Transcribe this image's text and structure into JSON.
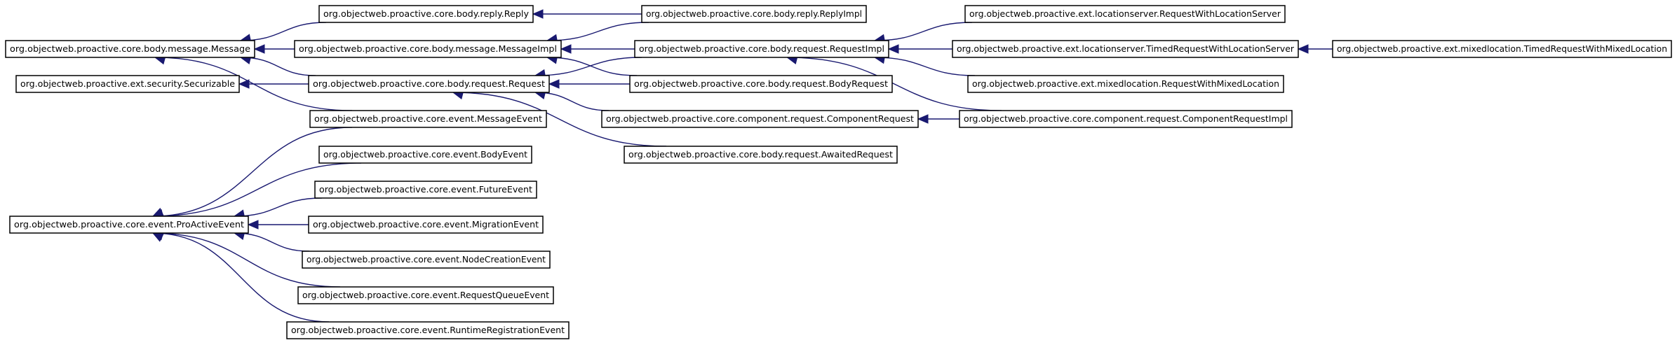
{
  "diagram": {
    "type": "class-inheritance-graph",
    "colors": {
      "edge": "#191970",
      "box_border": "#000000",
      "background": "#ffffff"
    },
    "nodes": [
      {
        "id": "message",
        "label": "org.objectweb.proactive.core.body.message.Message"
      },
      {
        "id": "securizable",
        "label": "org.objectweb.proactive.ext.security.Securizable"
      },
      {
        "id": "proactive_event",
        "label": "org.objectweb.proactive.core.event.ProActiveEvent"
      },
      {
        "id": "reply",
        "label": "org.objectweb.proactive.core.body.reply.Reply"
      },
      {
        "id": "message_impl",
        "label": "org.objectweb.proactive.core.body.message.MessageImpl"
      },
      {
        "id": "request",
        "label": "org.objectweb.proactive.core.body.request.Request"
      },
      {
        "id": "message_event",
        "label": "org.objectweb.proactive.core.event.MessageEvent"
      },
      {
        "id": "body_event",
        "label": "org.objectweb.proactive.core.event.BodyEvent"
      },
      {
        "id": "future_event",
        "label": "org.objectweb.proactive.core.event.FutureEvent"
      },
      {
        "id": "migration_event",
        "label": "org.objectweb.proactive.core.event.MigrationEvent"
      },
      {
        "id": "node_creation_event",
        "label": "org.objectweb.proactive.core.event.NodeCreationEvent"
      },
      {
        "id": "request_queue_event",
        "label": "org.objectweb.proactive.core.event.RequestQueueEvent"
      },
      {
        "id": "runtime_registration_event",
        "label": "org.objectweb.proactive.core.event.RuntimeRegistrationEvent"
      },
      {
        "id": "reply_impl",
        "label": "org.objectweb.proactive.core.body.reply.ReplyImpl"
      },
      {
        "id": "request_impl",
        "label": "org.objectweb.proactive.core.body.request.RequestImpl"
      },
      {
        "id": "body_request",
        "label": "org.objectweb.proactive.core.body.request.BodyRequest"
      },
      {
        "id": "component_request",
        "label": "org.objectweb.proactive.core.component.request.ComponentRequest"
      },
      {
        "id": "awaited_request",
        "label": "org.objectweb.proactive.core.body.request.AwaitedRequest"
      },
      {
        "id": "request_with_location_server",
        "label": "org.objectweb.proactive.ext.locationserver.RequestWithLocationServer"
      },
      {
        "id": "timed_request_with_location_server",
        "label": "org.objectweb.proactive.ext.locationserver.TimedRequestWithLocationServer"
      },
      {
        "id": "request_with_mixed_location",
        "label": "org.objectweb.proactive.ext.mixedlocation.RequestWithMixedLocation"
      },
      {
        "id": "component_request_impl",
        "label": "org.objectweb.proactive.core.component.request.ComponentRequestImpl"
      },
      {
        "id": "timed_request_with_mixed_location",
        "label": "org.objectweb.proactive.ext.mixedlocation.TimedRequestWithMixedLocation"
      }
    ],
    "edges": [
      {
        "from": "reply",
        "to": "message"
      },
      {
        "from": "message_impl",
        "to": "message"
      },
      {
        "from": "request",
        "to": "message"
      },
      {
        "from": "message_event",
        "to": "message"
      },
      {
        "from": "request",
        "to": "securizable"
      },
      {
        "from": "reply_impl",
        "to": "reply"
      },
      {
        "from": "reply_impl",
        "to": "message_impl"
      },
      {
        "from": "request_impl",
        "to": "message_impl"
      },
      {
        "from": "body_request",
        "to": "message_impl"
      },
      {
        "from": "request_impl",
        "to": "request"
      },
      {
        "from": "body_request",
        "to": "request"
      },
      {
        "from": "component_request",
        "to": "request"
      },
      {
        "from": "awaited_request",
        "to": "request"
      },
      {
        "from": "request_with_location_server",
        "to": "request_impl"
      },
      {
        "from": "timed_request_with_location_server",
        "to": "request_impl"
      },
      {
        "from": "request_with_mixed_location",
        "to": "request_impl"
      },
      {
        "from": "component_request_impl",
        "to": "request_impl"
      },
      {
        "from": "component_request_impl",
        "to": "component_request"
      },
      {
        "from": "timed_request_with_mixed_location",
        "to": "timed_request_with_location_server"
      },
      {
        "from": "message_event",
        "to": "proactive_event"
      },
      {
        "from": "body_event",
        "to": "proactive_event"
      },
      {
        "from": "future_event",
        "to": "proactive_event"
      },
      {
        "from": "migration_event",
        "to": "proactive_event"
      },
      {
        "from": "node_creation_event",
        "to": "proactive_event"
      },
      {
        "from": "request_queue_event",
        "to": "proactive_event"
      },
      {
        "from": "runtime_registration_event",
        "to": "proactive_event"
      }
    ]
  }
}
